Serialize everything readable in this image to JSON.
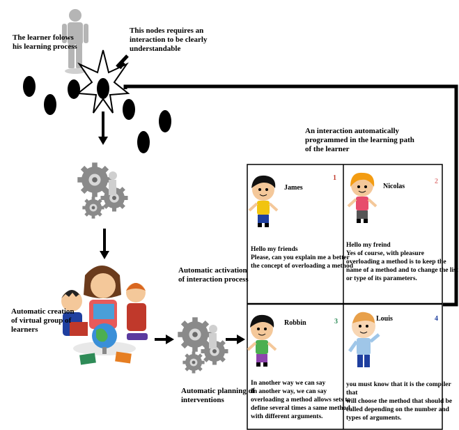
{
  "labels": {
    "learner_follows": "The learner folows\nhis learning process",
    "node_requires": "This nodes requires an\ninteraction to be clearly\nunderstandable",
    "interaction_programmed": "An  interaction automatically\nprogrammed in the learning path\nof the learner",
    "auto_creation": "Automatic creation\nof virtual group of\nlearners",
    "auto_activation": "Automatic activation\nof interaction process",
    "auto_planning": "Automatic planning of\ninterventions"
  },
  "panels": [
    {
      "name": "James",
      "num": "1",
      "num_color": "#c0392b",
      "text": "Hello my friends\nPlease, can you explain me a better\nthe concept of overloading a method"
    },
    {
      "name": "Nicolas",
      "num": "2",
      "num_color": "#e08080",
      "text": "Hello my freind\nYes of course, with pleasure\noverloading a method  is to keep the\nname of a method and to change the list\nor type of its parameters."
    },
    {
      "name": "Robbin",
      "num": "3",
      "num_color": "#2e8b57",
      "text": "In another way we can say\nIn another way, we can say\noverloading a method allows sets to\ndefine several times a same method\nwith different arguments."
    },
    {
      "name": "Louis",
      "num": "4",
      "num_color": "#1f3f9f",
      "text": "you must know that it is the compiler that\nwill choose the method that should be\ncalled depending on the number and\ntypes of arguments."
    }
  ],
  "colors": {
    "accent": "#000000",
    "gear": "#8a8a8a",
    "figure": "#b5b5b5"
  }
}
